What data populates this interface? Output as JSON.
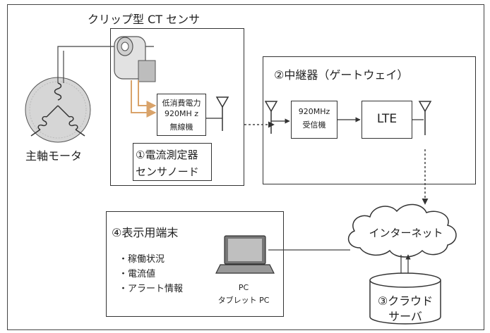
{
  "labels": {
    "ct_sensor": "クリップ型 CT センサ",
    "motor": "主軸モータ",
    "radio": [
      "低消費電力",
      "920MH z",
      "無線機"
    ],
    "sensor_node": [
      "①電流測定器",
      "センサノード"
    ],
    "gateway_title": "②中継器（ゲートウェイ）",
    "receiver": [
      "920MHz",
      "受信機"
    ],
    "lte": "LTE",
    "internet": "インターネット",
    "cloud_server": [
      "③クラウド",
      "サーバ"
    ],
    "terminal_title": "④表示用端末",
    "terminal_items": [
      "・稼働状況",
      "・電流値",
      "・アラート情報"
    ],
    "pc": [
      "PC",
      "タブレット PC"
    ]
  },
  "colors": {
    "line": "#333333",
    "motor_fill": "#d6d6d6",
    "arrow_orange": "#d9a36a",
    "sensor_gray": "#c8c8c8"
  }
}
